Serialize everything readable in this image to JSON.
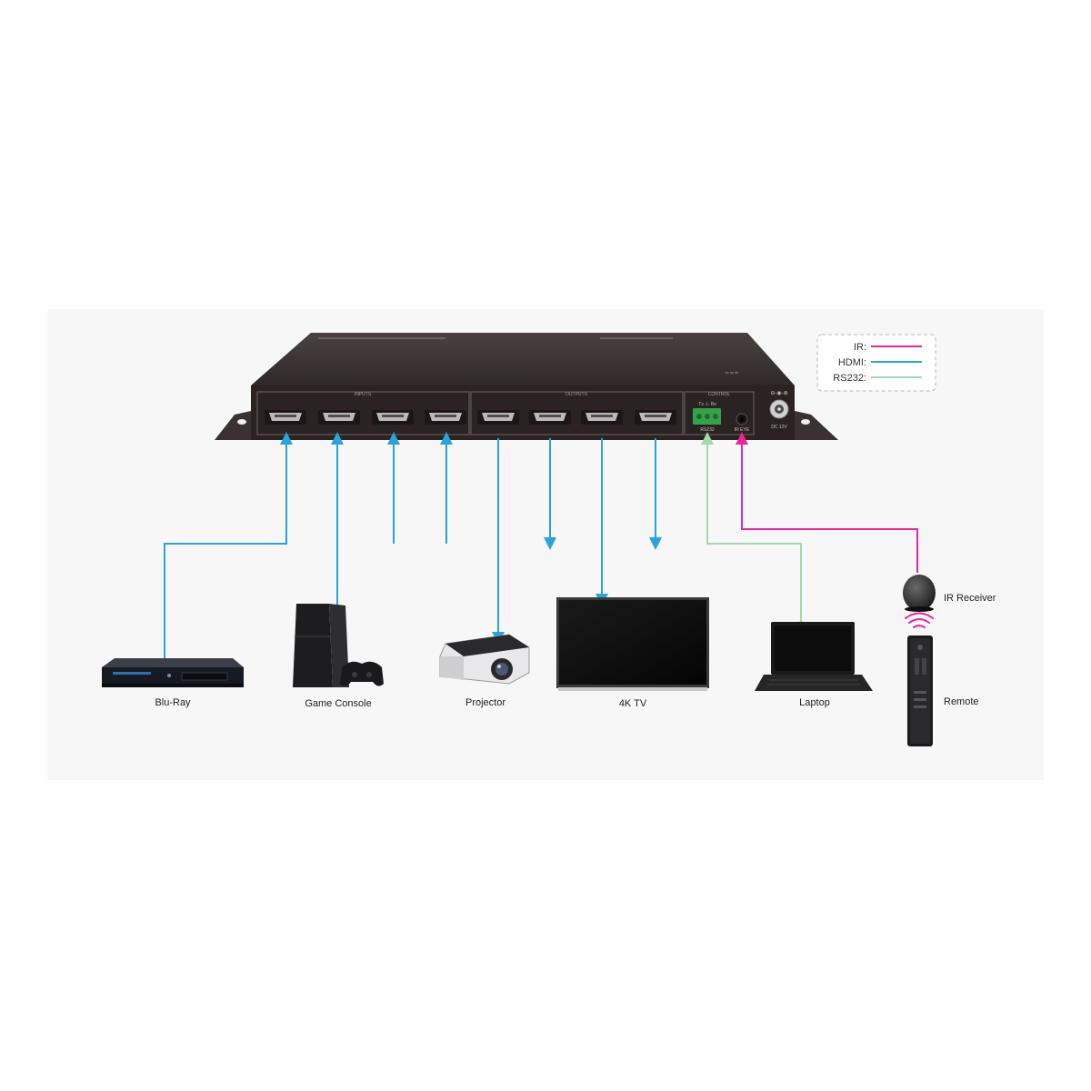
{
  "switcher": {
    "inputs_label": "INPUTS",
    "outputs_label": "OUTPUTS",
    "control_label": "CONTROL",
    "rs232_pins": "Tx  ⏚  Rx",
    "rs232_label": "RS232",
    "ir_eye_label": "IR EYE",
    "dc_label": "DC 12V"
  },
  "legend": [
    {
      "label": "IR:",
      "color": "#e8279a"
    },
    {
      "label": "HDMI:",
      "color": "#2aa3dc"
    },
    {
      "label": "RS232:",
      "color": "#9fd9ad"
    }
  ],
  "devices": {
    "bluray": "Blu-Ray",
    "console": "Game Console",
    "projector": "Projector",
    "tv": "4K TV",
    "laptop": "Laptop",
    "ir_receiver": "IR Receiver",
    "remote": "Remote"
  },
  "colors": {
    "hdmi": "#2aa3dc",
    "ir": "#e8279a",
    "rs232": "#9fd9ad",
    "device": "#2b2523",
    "terminal": "#35a24a"
  }
}
